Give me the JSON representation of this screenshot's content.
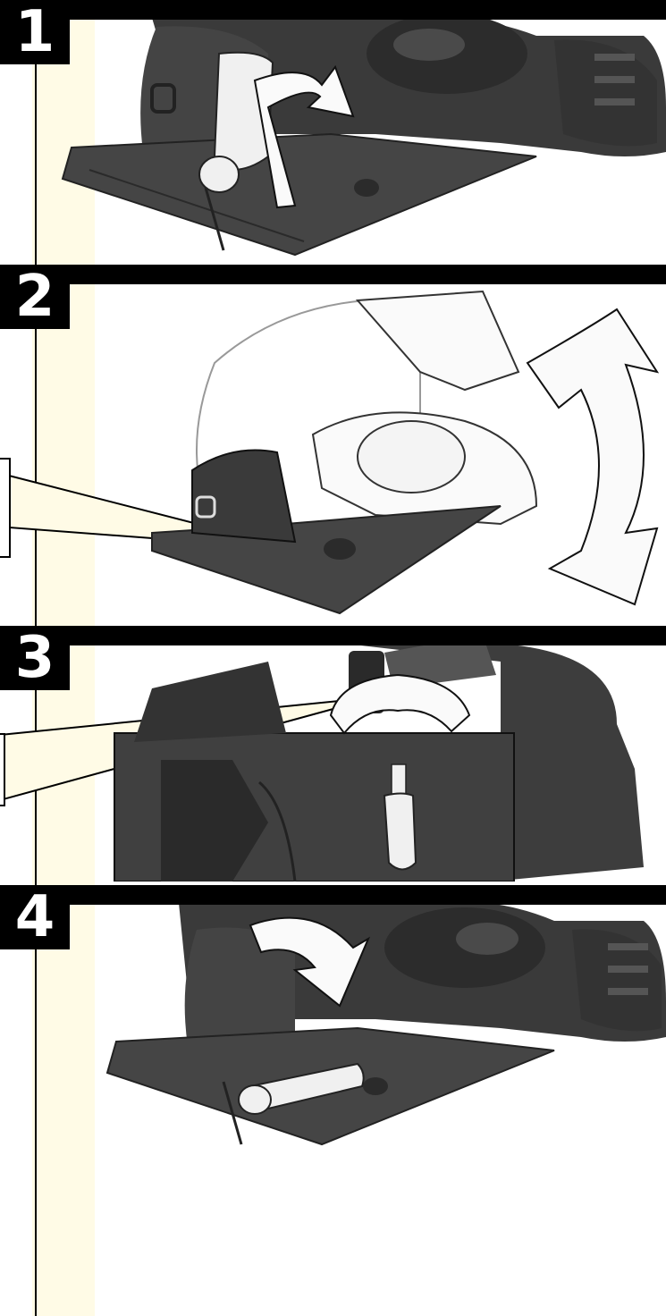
{
  "steps": [
    {
      "number": "1"
    },
    {
      "number": "2"
    },
    {
      "number": "3"
    },
    {
      "number": "4"
    }
  ],
  "colors": {
    "tool_dark": "#3a3a3a",
    "tool_mid": "#555555",
    "tool_light": "#f0f0f0",
    "callout_fill": "#fffbe6",
    "bar": "#000000"
  },
  "icons": [
    "lever-up-arrow",
    "bevel-rotate-arrow",
    "depth-adjust-arrow",
    "lever-down-arrow"
  ]
}
